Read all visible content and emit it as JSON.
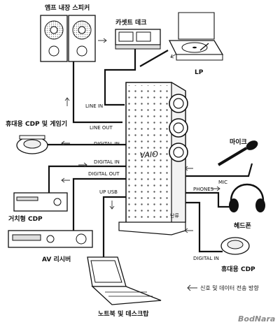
{
  "devices": {
    "speakers": "앰프 내장 스피커",
    "cassette": "카셋트 데크",
    "lp": "LP",
    "portable_cdp_game": "휴대용 CDP 및 게임기",
    "mic": "마이크",
    "headphone": "헤드폰",
    "stationary_cdp": "거치형 CDP",
    "av_receiver": "AV 리시버",
    "portable_cdp": "휴대용 CDP",
    "laptop": "노트북 및 데스크탑"
  },
  "ports": {
    "line_in": "LINE IN",
    "line_out": "LINE OUT",
    "digital_in_left": "DIGITAL IN",
    "digital_in_mid": "DIGITAL IN",
    "digital_out": "DIGITAL OUT",
    "up_usb": "UP USB",
    "mic": "MIC",
    "phones": "PHONES",
    "digital_in_right": "DIGITAL IN"
  },
  "center_device": {
    "brand": "VAIO",
    "badge": "난류"
  },
  "legend": "신호 및 데이터 전송 방향",
  "watermark": "BodNara"
}
